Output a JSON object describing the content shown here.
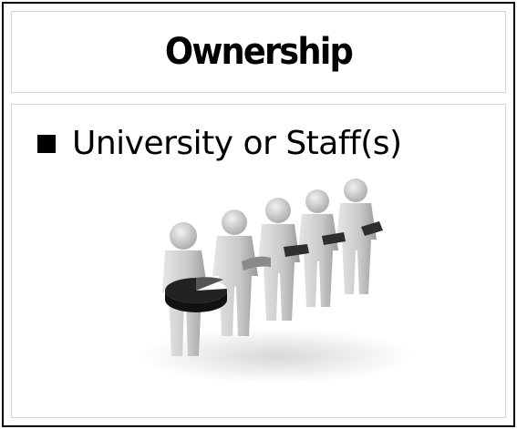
{
  "slide": {
    "title": "Ownership",
    "bullets": [
      {
        "text": "University or Staff(s)"
      }
    ]
  },
  "illustration": {
    "icon": "people-pie-chart-icon",
    "figure_count": 5,
    "colors": {
      "figure": "#c8c8c8",
      "pie": "#333333"
    }
  }
}
